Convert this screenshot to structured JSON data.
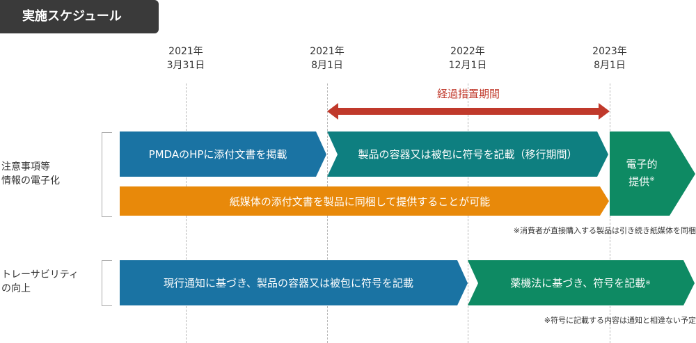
{
  "header": {
    "title": "実施スケジュール"
  },
  "dates": [
    {
      "year": "2021年",
      "day": "3月31日"
    },
    {
      "year": "2021年",
      "day": "8月1日"
    },
    {
      "year": "2022年",
      "day": "12月1日"
    },
    {
      "year": "2023年",
      "day": "8月1日"
    }
  ],
  "transition": {
    "label": "経過措置期間"
  },
  "row1": {
    "label_line1": "注意事項等",
    "label_line2": "情報の電子化",
    "bar1": "PMDAのHPに添付文書を掲載",
    "bar2": "製品の容器又は被包に符号を記載（移行期間）",
    "bar3_line1": "電子的",
    "bar3_line2": "提供",
    "bar3_mark": "※",
    "bar4": "紙媒体の添付文書を製品に同梱して提供することが可能",
    "note": "※消費者が直接購入する製品は引き続き紙媒体を同梱"
  },
  "row2": {
    "label_line1": "トレーサビリティ",
    "label_line2": "の向上",
    "bar1": "現行通知に基づき、製品の容器又は被包に符号を記載",
    "bar2": "薬機法に基づき、符号を記載",
    "bar2_mark": "※",
    "note": "※符号に記載する内容は通知と相違ない予定"
  },
  "colors": {
    "blue": "#1a73a3",
    "teal": "#0e7f80",
    "green": "#0e8a63",
    "orange": "#e8890a",
    "red": "#c0392b",
    "dark": "#3a3a3a"
  }
}
